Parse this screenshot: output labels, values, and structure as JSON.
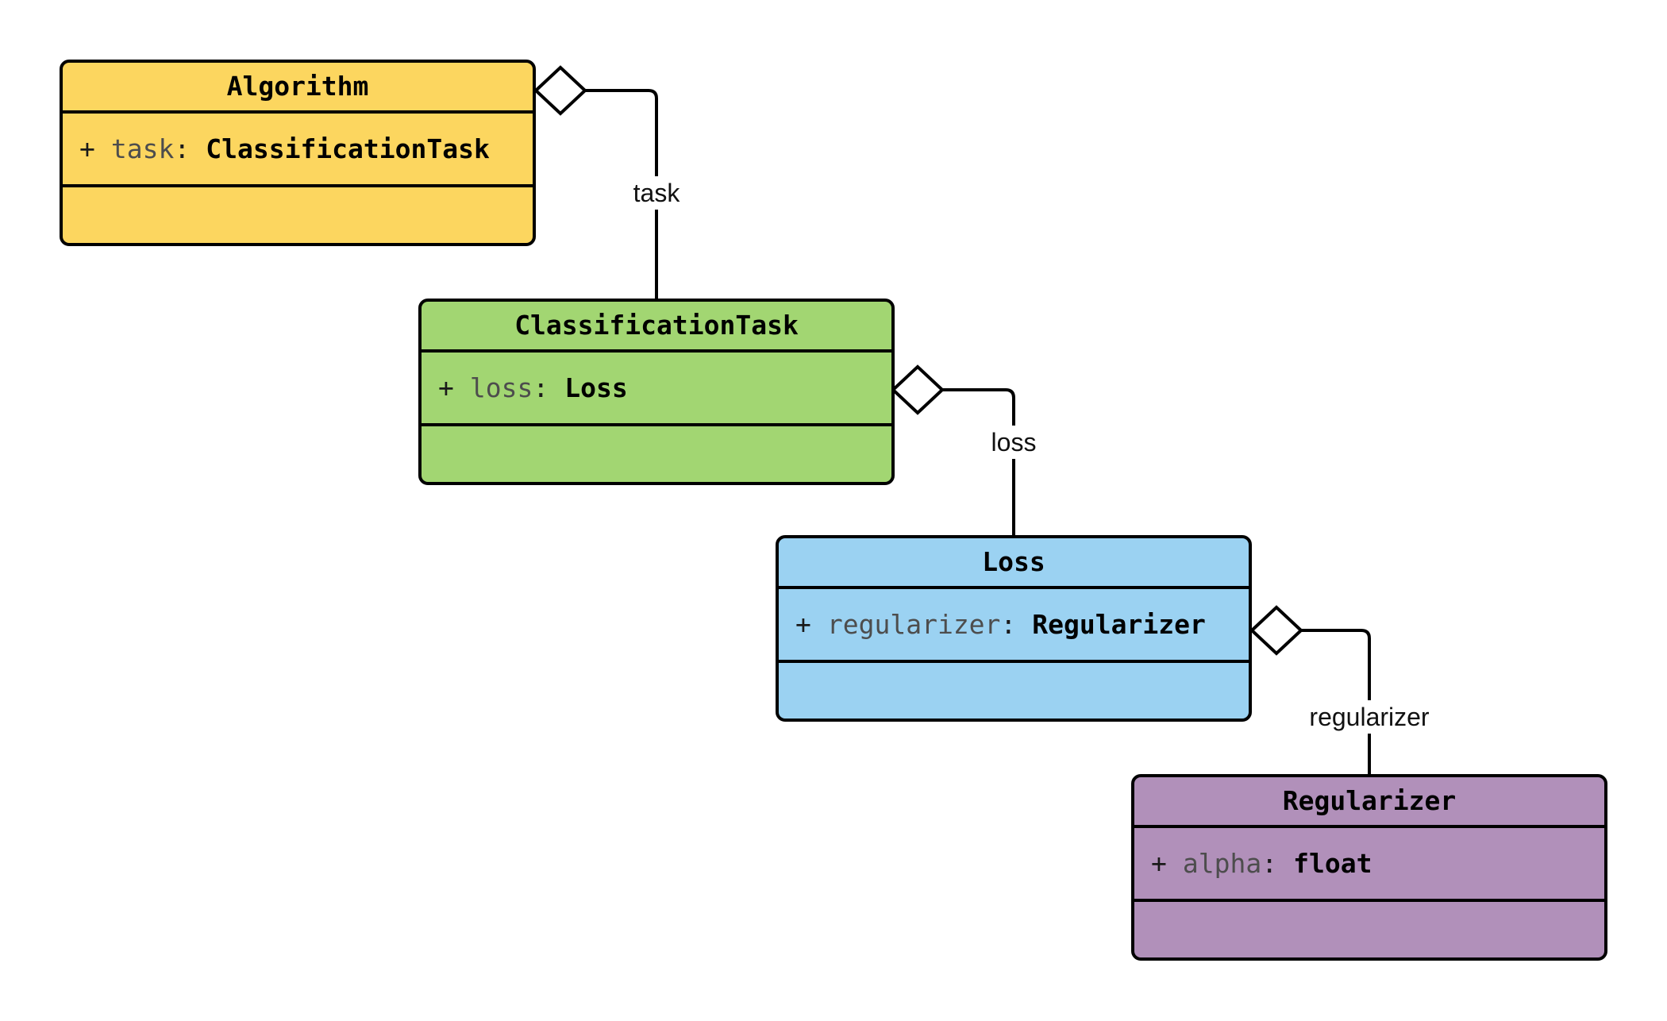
{
  "diagram": {
    "kind": "uml-class-diagram",
    "background_color": "#ffffff",
    "stroke_color": "#000000",
    "diamond_fill": "#ffffff"
  },
  "classes": [
    {
      "title": "Algorithm",
      "fill_color": "#FCD65F",
      "attributes": [
        {
          "visibility": "+",
          "name": "task",
          "separator": ":",
          "type": "ClassificationTask"
        }
      ]
    },
    {
      "title": "ClassificationTask",
      "fill_color": "#A2D672",
      "attributes": [
        {
          "visibility": "+",
          "name": "loss",
          "separator": ":",
          "type": "Loss"
        }
      ]
    },
    {
      "title": "Loss",
      "fill_color": "#9BD2F2",
      "attributes": [
        {
          "visibility": "+",
          "name": "regularizer",
          "separator": ":",
          "type": "Regularizer"
        }
      ]
    },
    {
      "title": "Regularizer",
      "fill_color": "#B190BA",
      "attributes": [
        {
          "visibility": "+",
          "name": "alpha",
          "separator": ":",
          "type": "float"
        }
      ]
    }
  ],
  "edges": [
    {
      "label": "task",
      "source": "Algorithm",
      "target": "ClassificationTask",
      "relation": "aggregation"
    },
    {
      "label": "loss",
      "source": "ClassificationTask",
      "target": "Loss",
      "relation": "aggregation"
    },
    {
      "label": "regularizer",
      "source": "Loss",
      "target": "Regularizer",
      "relation": "aggregation"
    }
  ]
}
